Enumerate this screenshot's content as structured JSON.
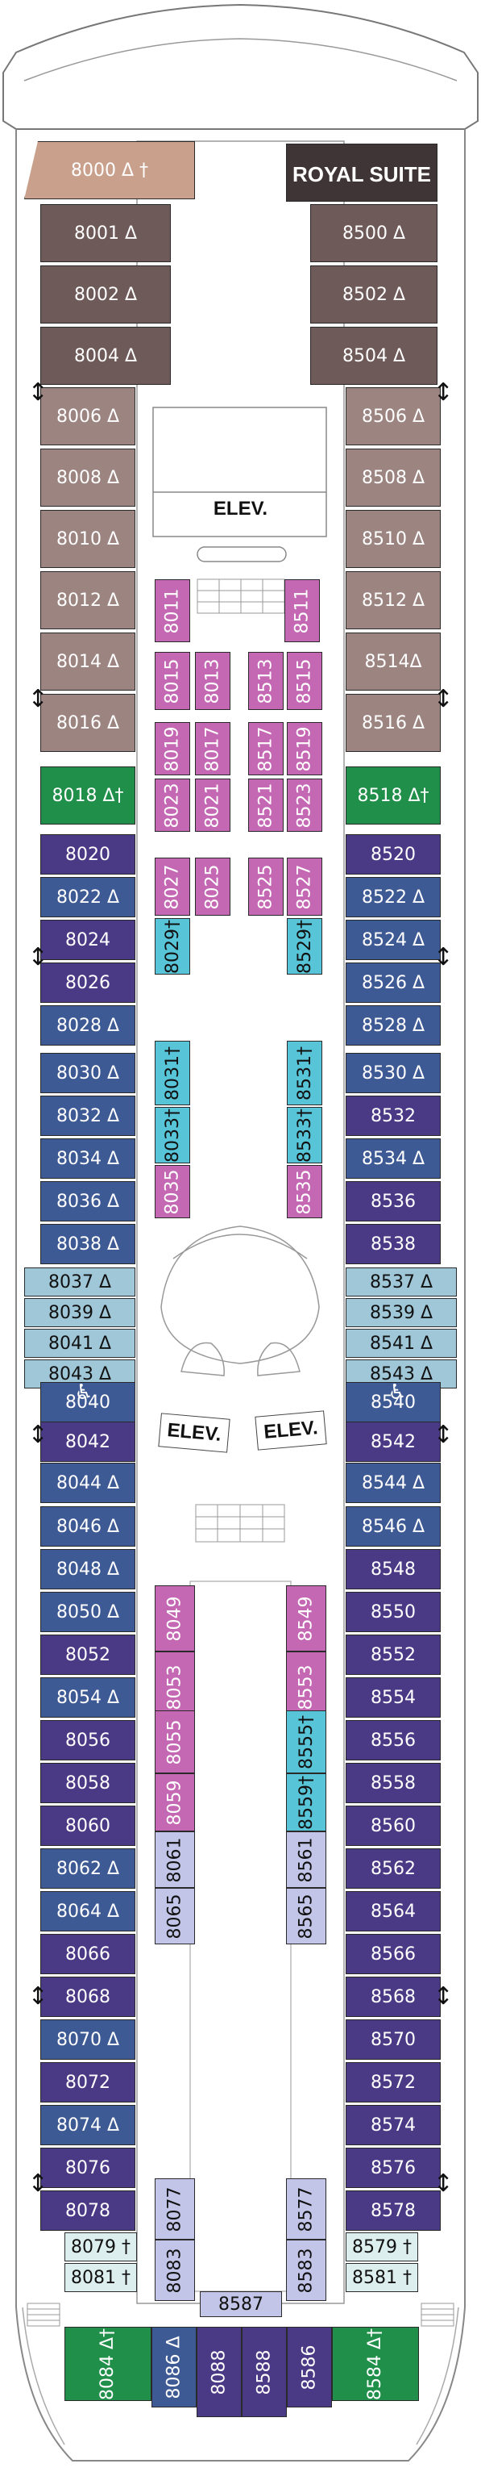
{
  "labels": {
    "royal_suite": "ROYAL SUITE",
    "elev": "ELEV."
  },
  "colors": {
    "peach": "#c9a08c",
    "brown": "#6e5a58",
    "taupe": "#9c8480",
    "green": "#1f8f4a",
    "purple": "#4a3a85",
    "blue": "#3e5a94",
    "lightblue": "#9fc7d8",
    "magenta": "#c468b4",
    "cyan": "#58c4d8",
    "lavender": "#c2c5e8",
    "paleblue": "#dcefee",
    "royal": "#3f3536"
  },
  "cabins": [
    {
      "label": "8000 Δ †",
      "color": "peach"
    },
    {
      "label": "8001 Δ",
      "color": "brown"
    },
    {
      "label": "8002 Δ",
      "color": "brown"
    },
    {
      "label": "8004 Δ",
      "color": "brown"
    },
    {
      "label": "8006 Δ",
      "color": "taupe"
    },
    {
      "label": "8008 Δ",
      "color": "taupe"
    },
    {
      "label": "8010 Δ",
      "color": "taupe"
    },
    {
      "label": "8012 Δ",
      "color": "taupe"
    },
    {
      "label": "8014 Δ",
      "color": "taupe"
    },
    {
      "label": "8016 Δ",
      "color": "taupe"
    },
    {
      "label": "8018 Δ†",
      "color": "green"
    },
    {
      "label": "8020",
      "color": "purple"
    },
    {
      "label": "8022 Δ",
      "color": "blue"
    },
    {
      "label": "8024",
      "color": "purple"
    },
    {
      "label": "8026",
      "color": "purple"
    },
    {
      "label": "8028 Δ",
      "color": "blue"
    },
    {
      "label": "8030 Δ",
      "color": "blue"
    },
    {
      "label": "8032 Δ",
      "color": "blue"
    },
    {
      "label": "8034 Δ",
      "color": "blue"
    },
    {
      "label": "8036 Δ",
      "color": "blue"
    },
    {
      "label": "8038 Δ",
      "color": "blue"
    },
    {
      "label": "8037 Δ",
      "color": "lightblue"
    },
    {
      "label": "8039 Δ",
      "color": "lightblue"
    },
    {
      "label": "8041 Δ",
      "color": "lightblue"
    },
    {
      "label": "8043 Δ",
      "color": "lightblue"
    },
    {
      "label": "8040",
      "color": "blue"
    },
    {
      "label": "8042",
      "color": "purple"
    },
    {
      "label": "8044 Δ",
      "color": "blue"
    },
    {
      "label": "8046 Δ",
      "color": "blue"
    },
    {
      "label": "8048 Δ",
      "color": "blue"
    },
    {
      "label": "8050 Δ",
      "color": "blue"
    },
    {
      "label": "8052",
      "color": "purple"
    },
    {
      "label": "8054 Δ",
      "color": "blue"
    },
    {
      "label": "8056",
      "color": "purple"
    },
    {
      "label": "8058",
      "color": "purple"
    },
    {
      "label": "8060",
      "color": "purple"
    },
    {
      "label": "8062 Δ",
      "color": "blue"
    },
    {
      "label": "8064 Δ",
      "color": "blue"
    },
    {
      "label": "8066",
      "color": "purple"
    },
    {
      "label": "8068",
      "color": "purple"
    },
    {
      "label": "8070 Δ",
      "color": "blue"
    },
    {
      "label": "8072",
      "color": "purple"
    },
    {
      "label": "8074 Δ",
      "color": "blue"
    },
    {
      "label": "8076",
      "color": "purple"
    },
    {
      "label": "8078",
      "color": "purple"
    },
    {
      "label": "8079 †",
      "color": "paleblue"
    },
    {
      "label": "8081 †",
      "color": "paleblue"
    },
    {
      "label": "ROYAL SUITE",
      "color": "royal"
    },
    {
      "label": "8500 Δ",
      "color": "brown"
    },
    {
      "label": "8502 Δ",
      "color": "brown"
    },
    {
      "label": "8504 Δ",
      "color": "brown"
    },
    {
      "label": "8506 Δ",
      "color": "taupe"
    },
    {
      "label": "8508 Δ",
      "color": "taupe"
    },
    {
      "label": "8510 Δ",
      "color": "taupe"
    },
    {
      "label": "8512 Δ",
      "color": "taupe"
    },
    {
      "label": "8514Δ",
      "color": "taupe"
    },
    {
      "label": "8516 Δ",
      "color": "taupe"
    },
    {
      "label": "8518 Δ†",
      "color": "green"
    },
    {
      "label": "8520",
      "color": "purple"
    },
    {
      "label": "8522 Δ",
      "color": "blue"
    },
    {
      "label": "8524 Δ",
      "color": "blue"
    },
    {
      "label": "8526 Δ",
      "color": "blue"
    },
    {
      "label": "8528 Δ",
      "color": "blue"
    },
    {
      "label": "8530 Δ",
      "color": "blue"
    },
    {
      "label": "8532",
      "color": "purple"
    },
    {
      "label": "8534 Δ",
      "color": "blue"
    },
    {
      "label": "8536",
      "color": "purple"
    },
    {
      "label": "8538",
      "color": "purple"
    },
    {
      "label": "8537 Δ",
      "color": "lightblue"
    },
    {
      "label": "8539 Δ",
      "color": "lightblue"
    },
    {
      "label": "8541 Δ",
      "color": "lightblue"
    },
    {
      "label": "8543 Δ",
      "color": "lightblue"
    },
    {
      "label": "8540",
      "color": "blue"
    },
    {
      "label": "8542",
      "color": "purple"
    },
    {
      "label": "8544 Δ",
      "color": "blue"
    },
    {
      "label": "8546 Δ",
      "color": "blue"
    },
    {
      "label": "8548",
      "color": "purple"
    },
    {
      "label": "8550",
      "color": "purple"
    },
    {
      "label": "8552",
      "color": "purple"
    },
    {
      "label": "8554",
      "color": "purple"
    },
    {
      "label": "8556",
      "color": "purple"
    },
    {
      "label": "8558",
      "color": "purple"
    },
    {
      "label": "8560",
      "color": "purple"
    },
    {
      "label": "8562",
      "color": "purple"
    },
    {
      "label": "8564",
      "color": "purple"
    },
    {
      "label": "8566",
      "color": "purple"
    },
    {
      "label": "8568",
      "color": "purple"
    },
    {
      "label": "8570",
      "color": "purple"
    },
    {
      "label": "8572",
      "color": "purple"
    },
    {
      "label": "8574",
      "color": "purple"
    },
    {
      "label": "8576",
      "color": "purple"
    },
    {
      "label": "8578",
      "color": "purple"
    },
    {
      "label": "8579 †",
      "color": "paleblue"
    },
    {
      "label": "8581 †",
      "color": "paleblue"
    },
    {
      "label": "8011",
      "color": "magenta"
    },
    {
      "label": "8511",
      "color": "magenta"
    },
    {
      "label": "8015",
      "color": "magenta"
    },
    {
      "label": "8013",
      "color": "magenta"
    },
    {
      "label": "8513",
      "color": "magenta"
    },
    {
      "label": "8515",
      "color": "magenta"
    },
    {
      "label": "8019",
      "color": "magenta"
    },
    {
      "label": "8017",
      "color": "magenta"
    },
    {
      "label": "8517",
      "color": "magenta"
    },
    {
      "label": "8519",
      "color": "magenta"
    },
    {
      "label": "8023",
      "color": "magenta"
    },
    {
      "label": "8021",
      "color": "magenta"
    },
    {
      "label": "8521",
      "color": "magenta"
    },
    {
      "label": "8523",
      "color": "magenta"
    },
    {
      "label": "8027",
      "color": "magenta"
    },
    {
      "label": "8025",
      "color": "magenta"
    },
    {
      "label": "8525",
      "color": "magenta"
    },
    {
      "label": "8527",
      "color": "magenta"
    },
    {
      "label": "8029†",
      "color": "cyan"
    },
    {
      "label": "8529†",
      "color": "cyan"
    },
    {
      "label": "8031†",
      "color": "cyan"
    },
    {
      "label": "8033†",
      "color": "cyan"
    },
    {
      "label": "8035",
      "color": "magenta"
    },
    {
      "label": "8531†",
      "color": "cyan"
    },
    {
      "label": "8533†",
      "color": "cyan"
    },
    {
      "label": "8535",
      "color": "magenta"
    },
    {
      "label": "8049",
      "color": "magenta"
    },
    {
      "label": "8053",
      "color": "magenta"
    },
    {
      "label": "8055",
      "color": "magenta"
    },
    {
      "label": "8059",
      "color": "magenta"
    },
    {
      "label": "8061",
      "color": "lavender"
    },
    {
      "label": "8065",
      "color": "lavender"
    },
    {
      "label": "8549",
      "color": "magenta"
    },
    {
      "label": "8553",
      "color": "magenta"
    },
    {
      "label": "8555†",
      "color": "cyan"
    },
    {
      "label": "8559†",
      "color": "cyan"
    },
    {
      "label": "8561",
      "color": "lavender"
    },
    {
      "label": "8565",
      "color": "lavender"
    },
    {
      "label": "8077",
      "color": "lavender"
    },
    {
      "label": "8083",
      "color": "lavender"
    },
    {
      "label": "8577",
      "color": "lavender"
    },
    {
      "label": "8583",
      "color": "lavender"
    },
    {
      "label": "8587",
      "color": "lavender"
    },
    {
      "label": "8084 Δ†",
      "color": "green"
    },
    {
      "label": "8086 Δ",
      "color": "blue"
    },
    {
      "label": "8088",
      "color": "purple"
    },
    {
      "label": "8588",
      "color": "purple"
    },
    {
      "label": "8586",
      "color": "purple"
    },
    {
      "label": "8584 Δ†",
      "color": "green"
    }
  ]
}
